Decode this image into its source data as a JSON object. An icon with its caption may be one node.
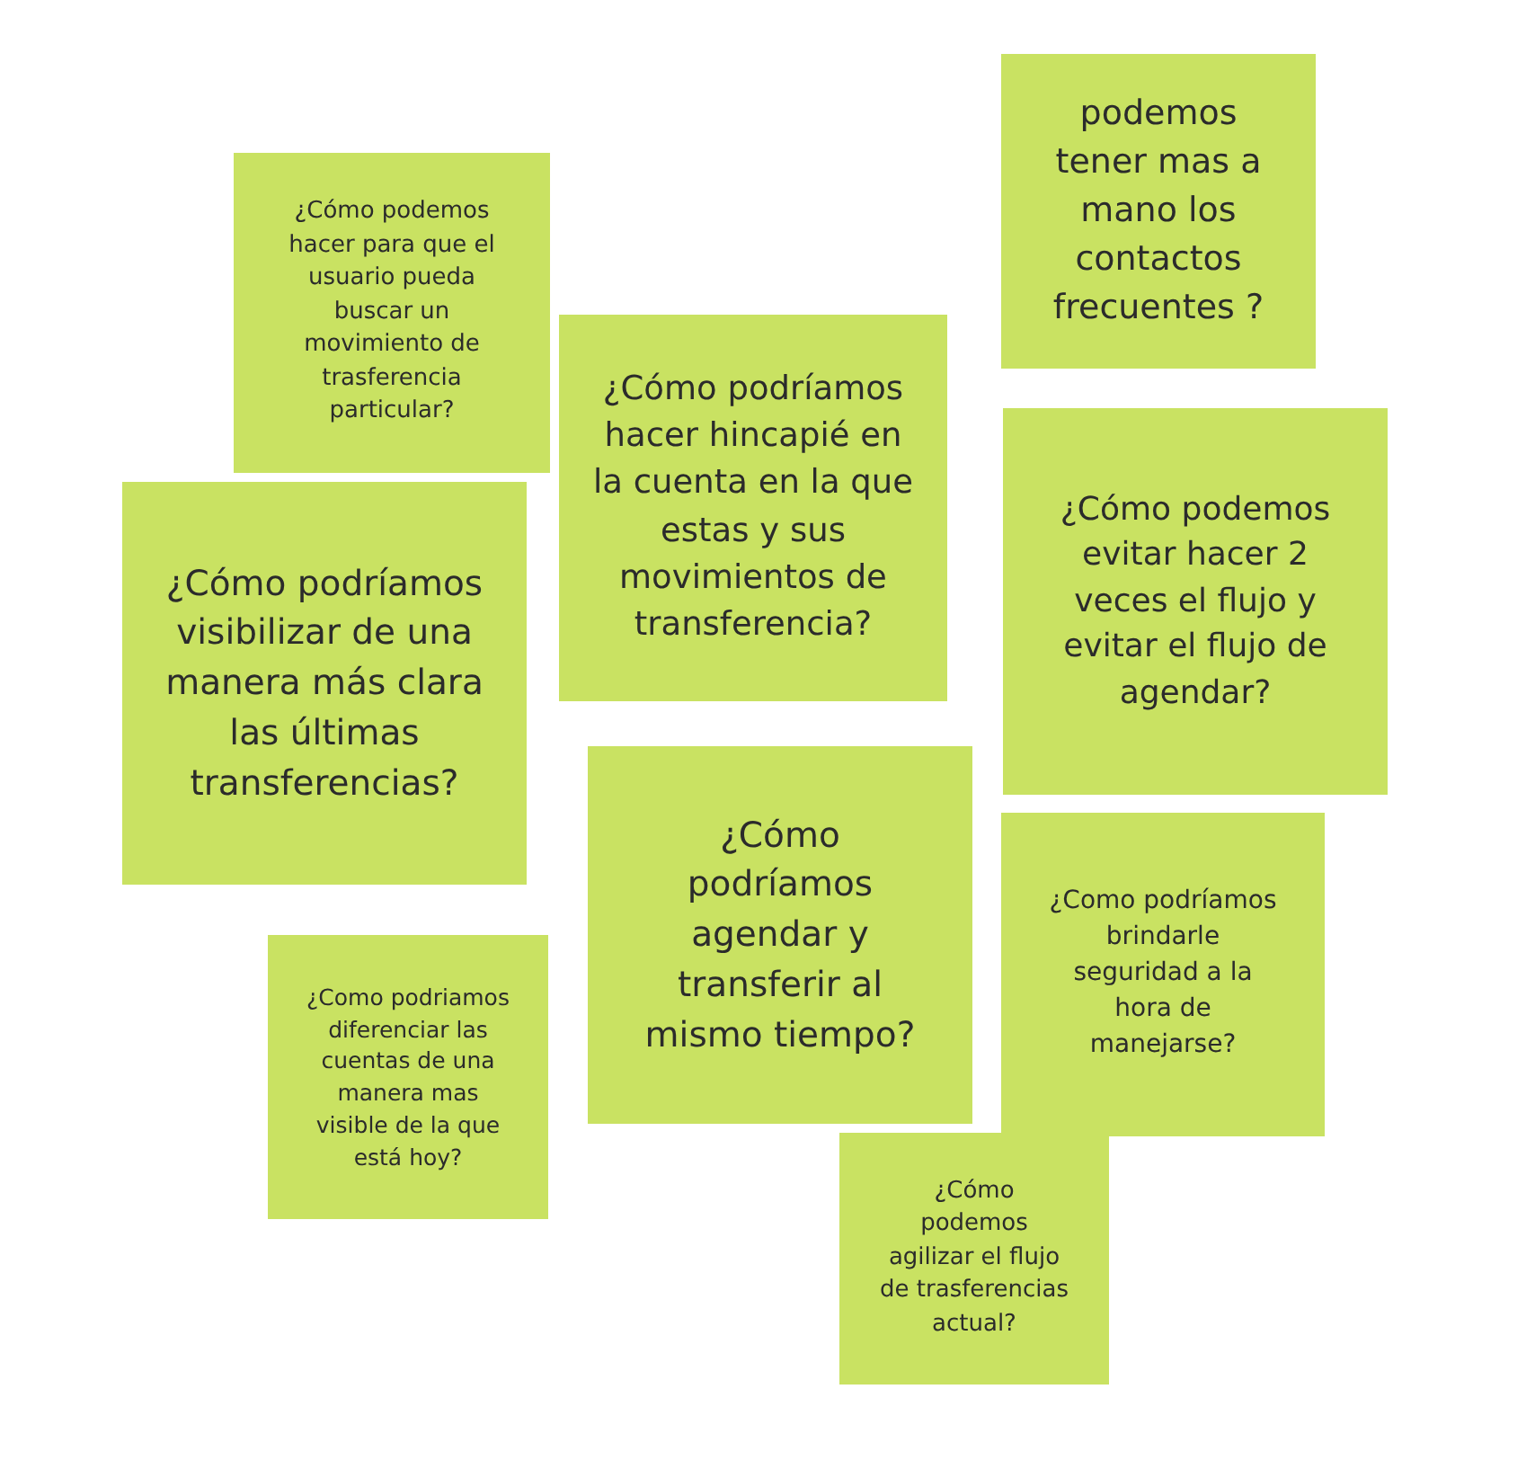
{
  "diagram": {
    "nodes": [
      {
        "text": [
          "podemos tener mas a mano los contactos frecuentes ?"
        ]
      },
      {
        "text": [
          "¿Cómo podemos hacer para que el usuario pueda buscar un movimiento de trasferencia particular?"
        ]
      },
      {
        "text": [
          "¿Cómo podríamos hacer hincapié en la cuenta en la que estas y sus movimientos de transferencia?"
        ]
      },
      {
        "text": [
          "¿Cómo podemos evitar hacer 2 veces el flujo y evitar el flujo de agendar?"
        ]
      },
      {
        "text": [
          "¿Cómo podríamos visibilizar de una manera más clara las últimas transferencias?"
        ]
      },
      {
        "text": [
          "¿Cómo podríamos agendar y transferir al mismo tiempo?"
        ]
      },
      {
        "text": [
          "¿Como podríamos brindarle seguridad a la hora de manejarse?"
        ]
      },
      {
        "text": [
          "¿Como podriamos diferenciar las cuentas de una manera mas visible de la que está hoy?"
        ]
      },
      {
        "text": [
          "¿Cómo podemos agilizar el flujo de trasferencias actual?"
        ]
      }
    ]
  }
}
